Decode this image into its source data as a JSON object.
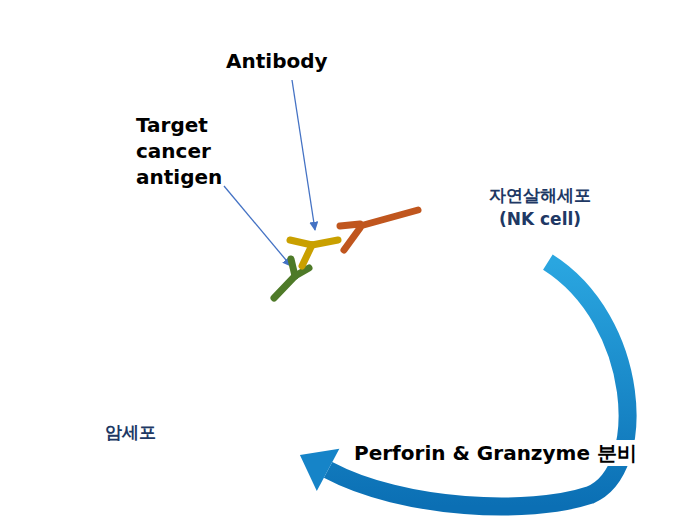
{
  "diagram": {
    "nodes": [
      {
        "text": [
          "자연살해세포 (NK cell)"
        ]
      },
      {
        "text": [
          "암세포"
        ]
      }
    ],
    "edges": [
      {
        "from": 0,
        "to": 1,
        "label": "Perforin & Granzyme 분비",
        "arrow": "to"
      }
    ],
    "labels": [
      "Antibody",
      "Target cancer antigen"
    ]
  }
}
